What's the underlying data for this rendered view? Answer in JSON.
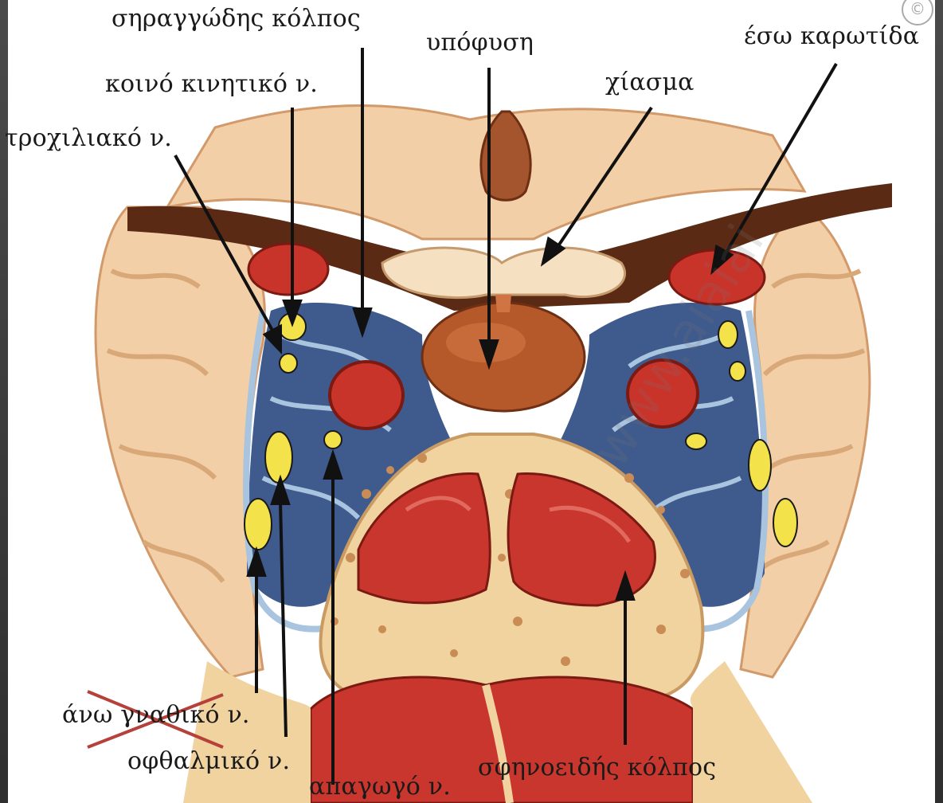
{
  "labels": {
    "cavernous_sinus": "σηραγγώδης κόλπος",
    "pituitary": "υπόφυση",
    "internal_carotid": "έσω καρωτίδα",
    "oculomotor_nerve": "κοινό κινητικό ν.",
    "chiasm": "χίασμα",
    "trochlear_nerve": "τροχιλιακό ν.",
    "maxillary_nerve": "άνω γναθικό ν.",
    "ophthalmic_nerve": "οφθαλμικό ν.",
    "abducens_nerve": "απαγωγό ν.",
    "sphenoid_sinus": "σφηνοειδής κόλπος"
  },
  "watermark": "www.aiaiai",
  "colors": {
    "brain": "#f2cfa6",
    "brain_shadow": "#d9a878",
    "dura": "#5a2a14",
    "artery": "#c8332a",
    "sinus_blue": "#3f5a8c",
    "sinus_light": "#a9c4df",
    "nerve": "#f4e24a",
    "pituitary": "#b5582a",
    "bone": "#f1d3a0",
    "sphenoid": "#c9362d"
  }
}
